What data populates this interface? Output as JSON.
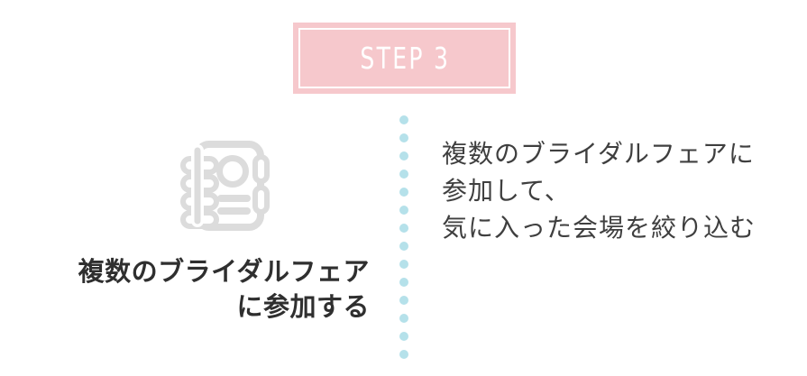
{
  "step_banner": {
    "label": "STEP 3",
    "bg_color": "#f6c8cc",
    "border_color": "#ffffff",
    "text_color": "#ffffff"
  },
  "icon": {
    "name": "notebook-icon",
    "color": "#dcdcdc"
  },
  "caption": {
    "lines": [
      "複数のブライダルフェア",
      "に参加する"
    ],
    "color": "#2f2f2f"
  },
  "divider": {
    "dot_count": 14,
    "dot_color": "#b5e1ea"
  },
  "description": {
    "lines": [
      "複数のブライダルフェアに",
      "参加して、",
      "気に入った会場を絞り込む"
    ],
    "color": "#3f3f3f"
  }
}
